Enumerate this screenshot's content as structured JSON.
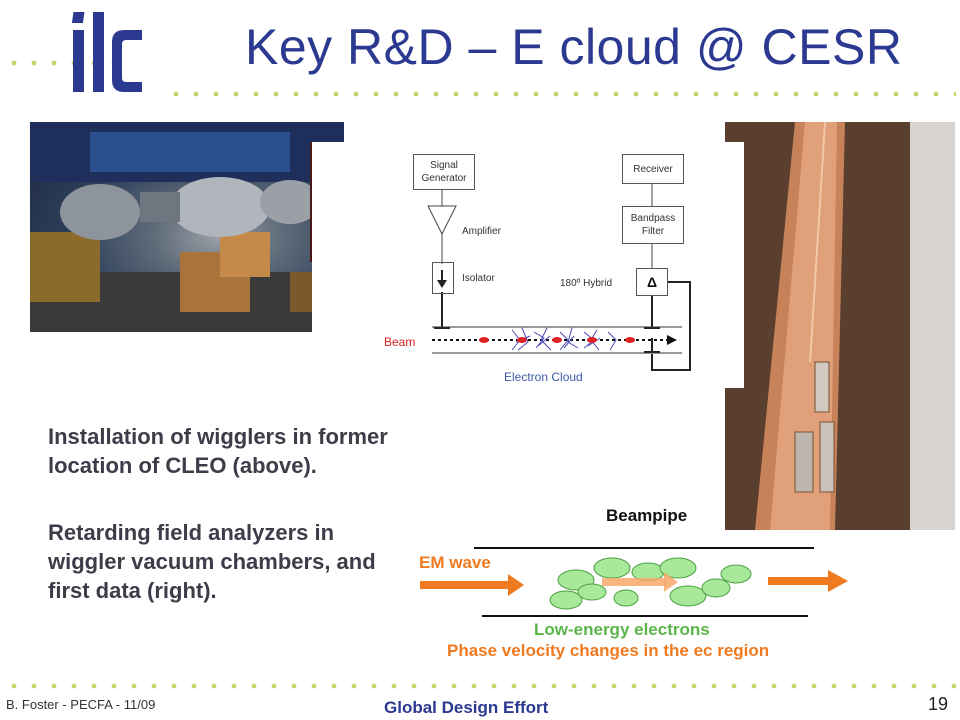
{
  "slide": {
    "title": "Key R&D – E cloud @ CESR",
    "logo_text": "ilc",
    "page_number": "19"
  },
  "diagram": {
    "signal_generator": "Signal Generator",
    "receiver": "Receiver",
    "amplifier": "Amplifier",
    "bandpass_filter": "Bandpass Filter",
    "isolator": "Isolator",
    "hybrid": "180º Hybrid",
    "delta": "Δ",
    "beam": "Beam",
    "electron_cloud": "Electron Cloud"
  },
  "bullets": [
    "Installation of wigglers in former location of CLEO (above).",
    "Retarding field analyzers in wiggler vacuum chambers, and first data (right)."
  ],
  "beampipe": {
    "title": "Beampipe",
    "em_wave": "EM wave",
    "low_energy": "Low-energy electrons",
    "phase_velocity": "Phase velocity changes in the ec region"
  },
  "footer": {
    "author": "B. Foster - PECFA - 11/09",
    "center": "Global Design Effort"
  },
  "colors": {
    "title_blue": "#2b3990",
    "dot_green": "#c9d26a",
    "orange": "#f07a20",
    "green_text": "#5cb54a",
    "orange_text": "#f07a20"
  }
}
